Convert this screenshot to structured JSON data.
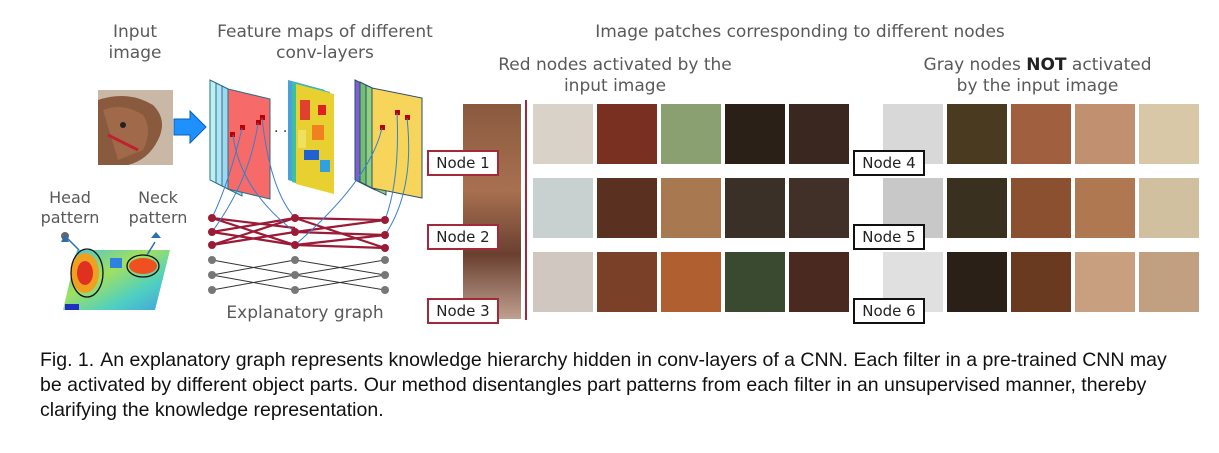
{
  "labels": {
    "input_image": "Input image",
    "feature_maps": "Feature maps of different conv-layers",
    "ellipsis": "· · ·",
    "head_pattern": "Head pattern",
    "neck_pattern": "Neck pattern",
    "explanatory_graph": "Explanatory graph",
    "patches_title": "Image patches corresponding to different nodes",
    "red_nodes": "Red nodes activated by the input image",
    "gray_nodes_pre": "Gray nodes ",
    "gray_nodes_not": "NOT",
    "gray_nodes_post": " activated by the input image"
  },
  "nodes": {
    "red": [
      "Node 1",
      "Node 2",
      "Node 3"
    ],
    "gray": [
      "Node 4",
      "Node 5",
      "Node 6"
    ]
  },
  "caption": {
    "figure_label": "Fig. 1.",
    "text": "An explanatory graph represents knowledge hierarchy hidden in conv-layers of a CNN. Each filter in a pre-trained CNN may be activated by different object parts. Our method disentangles part patterns from each filter in an unsupervised manner, thereby clarifying the knowledge representation."
  },
  "colors": {
    "red_node": "#a3283c",
    "gray_node": "#111111",
    "arrow": "#1e90ff",
    "feature_red": "#f76a6a",
    "feature_yellow": "#f7d45a",
    "link_blue": "#3a7fc8"
  }
}
